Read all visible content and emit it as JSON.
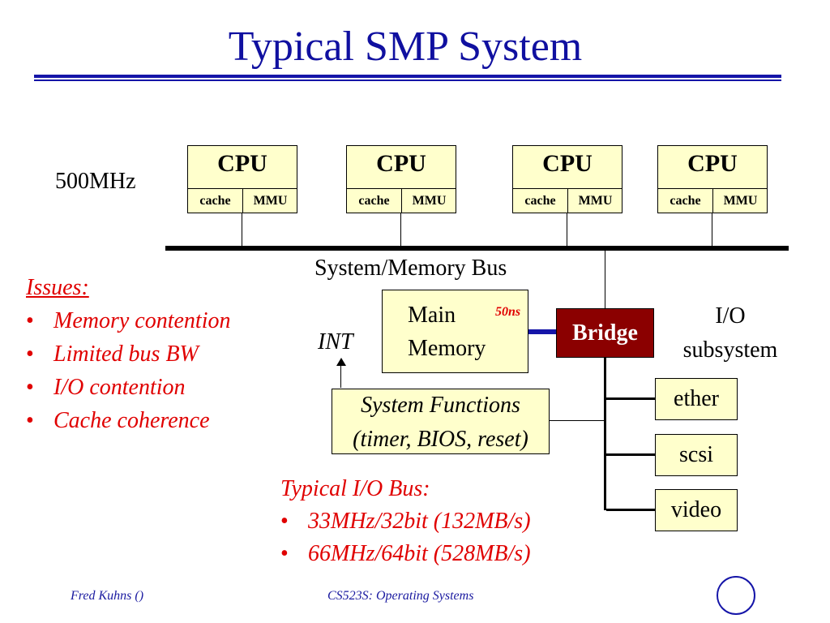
{
  "title": "Typical SMP System",
  "clock_label": "500MHz",
  "cpus": [
    {
      "name": "CPU",
      "cache": "cache",
      "mmu": "MMU"
    },
    {
      "name": "CPU",
      "cache": "cache",
      "mmu": "MMU"
    },
    {
      "name": "CPU",
      "cache": "cache",
      "mmu": "MMU"
    },
    {
      "name": "CPU",
      "cache": "cache",
      "mmu": "MMU"
    }
  ],
  "bus_label": "System/Memory Bus",
  "memory": {
    "line1": "Main",
    "line2": "Memory",
    "latency": "50ns"
  },
  "bridge_label": "Bridge",
  "io_subsystem": {
    "line1": "I/O",
    "line2": "subsystem"
  },
  "int_label": "INT",
  "system_functions": {
    "line1": "System Functions",
    "line2": "(timer, BIOS, reset)"
  },
  "devices": [
    "ether",
    "scsi",
    "video"
  ],
  "issues": {
    "heading": "Issues:",
    "items": [
      "Memory contention",
      "Limited bus BW",
      "I/O contention",
      "Cache coherence"
    ]
  },
  "io_bus": {
    "heading": "Typical I/O Bus:",
    "items": [
      "33MHz/32bit (132MB/s)",
      "66MHz/64bit (528MB/s)"
    ]
  },
  "footer": {
    "author": "Fred Kuhns ()",
    "course": "CS523S: Operating Systems"
  },
  "colors": {
    "title": "#1010a0",
    "box_fill": "#ffffcc",
    "bridge": "#8b0000",
    "emphasis": "#e00000"
  }
}
